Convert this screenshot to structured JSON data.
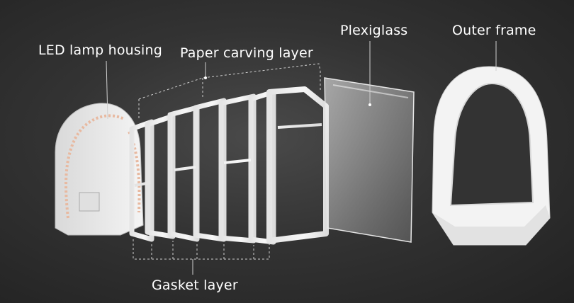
{
  "labels": {
    "led_lamp_housing": "LED lamp housing",
    "paper_carving_layer": "Paper carving layer",
    "plexiglass": "Plexiglass",
    "outer_frame": "Outer frame",
    "gasket_layer": "Gasket layer"
  },
  "colors": {
    "background": "#2f2f2f",
    "parts": "#f2f2f2",
    "led_strip": "#e8b9a0",
    "leader_lines": "#cfcfcf",
    "text": "#ffffff"
  }
}
